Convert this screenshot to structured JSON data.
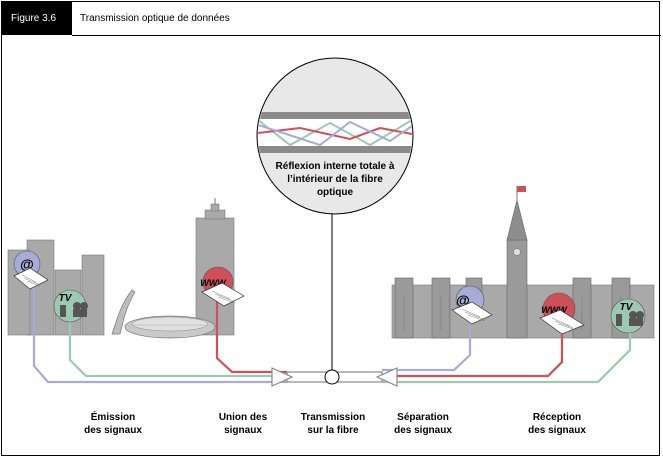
{
  "header": {
    "figure_tag": "Figure 3.6",
    "title": "Transmission optique de données"
  },
  "magnifier": {
    "caption": "Réflexion interne totale à l’intérieur de la fibre optique"
  },
  "stages": [
    {
      "line1": "Émission",
      "line2": "des signaux"
    },
    {
      "line1": "Union des",
      "line2": "signaux"
    },
    {
      "line1": "Transmission",
      "line2": "sur la fibre"
    },
    {
      "line1": "Séparation",
      "line2": "des signaux"
    },
    {
      "line1": "Réception",
      "line2": "des signaux"
    }
  ],
  "signals": {
    "internet": "@",
    "web": "WWW",
    "television": "TV"
  },
  "colors": {
    "internet_line": "#a7acd6",
    "web_line": "#d0505a",
    "tv_line": "#9cc9b2",
    "building": "#a9a9a9",
    "building_dark": "#7d7d7d",
    "fiber_gray": "#8a8a8a"
  }
}
